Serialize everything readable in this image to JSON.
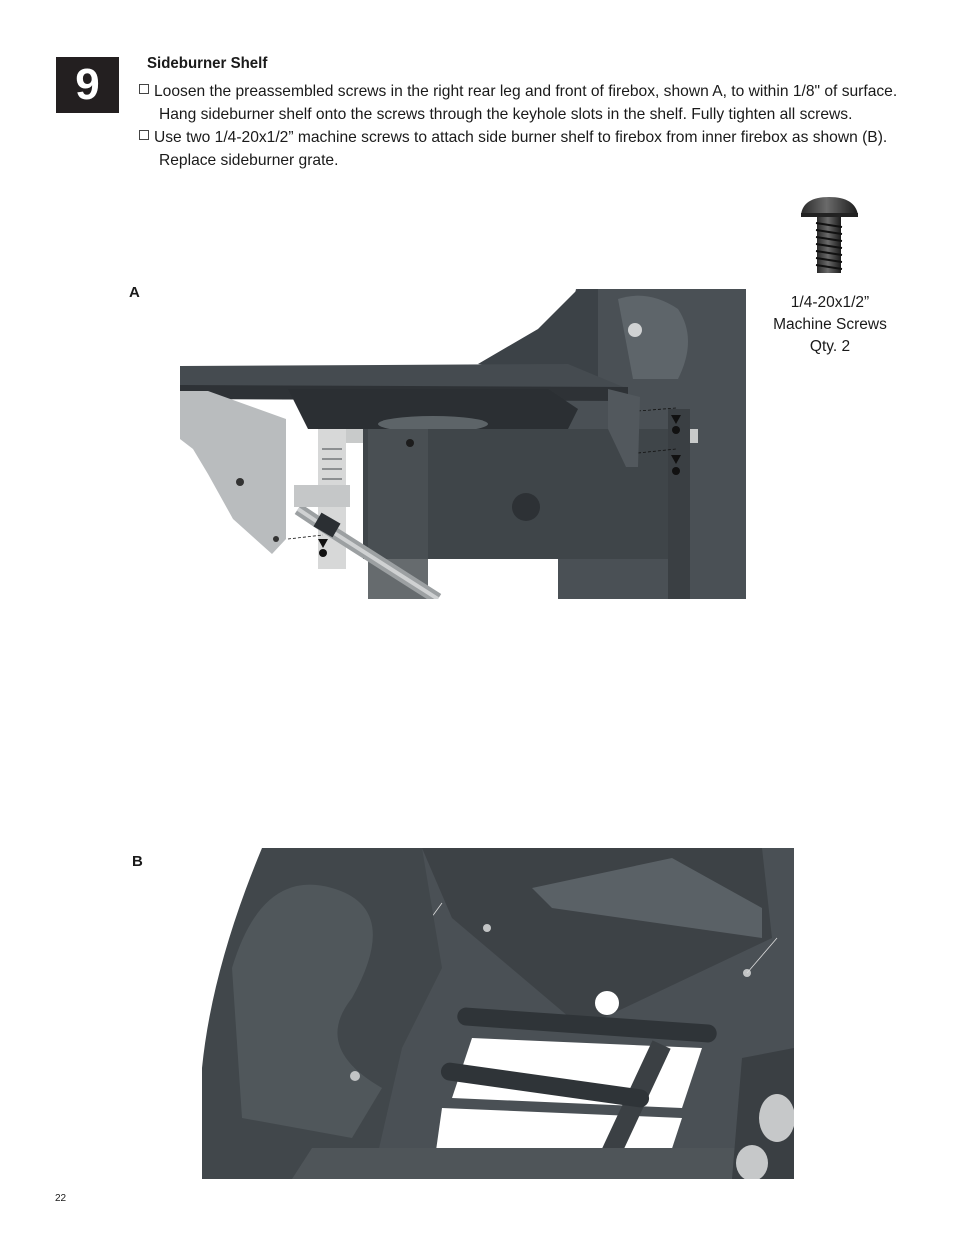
{
  "step": {
    "number": "9",
    "title": "Sideburner Shelf"
  },
  "instructions": [
    {
      "line1": "Loosen the preassembled screws in the right rear leg and front of firebox, shown A, to within 1/8\" of surface.",
      "line2": "Hang sideburner shelf onto the screws through the keyhole slots in the shelf.  Fully tighten all screws."
    },
    {
      "line1": "Use two 1/4-20x1/2” machine screws to attach side burner shelf to firebox from inner firebox as shown (B).",
      "line2": "Replace sideburner grate."
    }
  ],
  "hardware": {
    "icon": "machine-screw-icon",
    "spec": "1/4-20x1/2”",
    "name": "Machine Screws",
    "qty": "Qty. 2"
  },
  "figures": {
    "a_label": "A",
    "b_label": "B"
  },
  "page_number": "22",
  "colors": {
    "part_dark": "#454b50",
    "part_mid": "#5c6368",
    "part_light": "#b9bcbe",
    "ink": "#231f20"
  }
}
